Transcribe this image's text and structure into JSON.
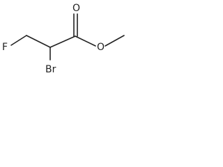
{
  "molecule": {
    "atoms": {
      "fluorine": "F",
      "bromine": "Br",
      "carbonyl_oxygen": "O",
      "ester_oxygen": "O"
    }
  },
  "colors": {
    "bond": "#222222",
    "label": "#222222",
    "background": "#ffffff"
  }
}
